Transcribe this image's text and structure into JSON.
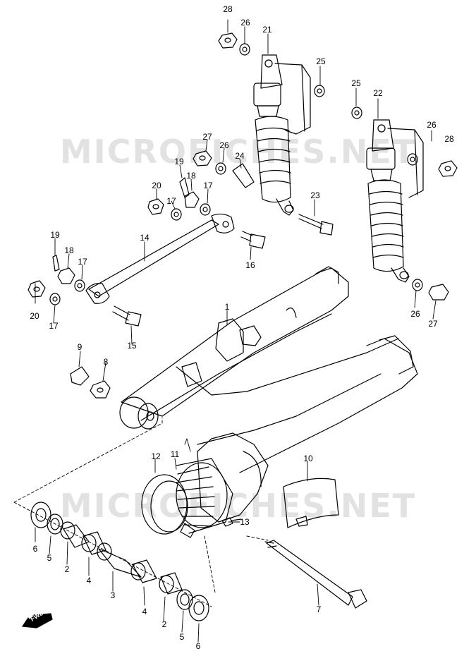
{
  "watermark": "MICROFICHES.NET",
  "fwd_label": "FWD",
  "labels": {
    "l28a": "28",
    "l26a": "26",
    "l21": "21",
    "l25a": "25",
    "l25b": "25",
    "l22": "22",
    "l26b": "26",
    "l28b": "28",
    "l27a": "27",
    "l26c": "26",
    "l24": "24",
    "l19a": "19",
    "l20a": "20",
    "l17a": "17",
    "l18a": "18",
    "l17b": "17",
    "l23": "23",
    "l14": "14",
    "l19b": "19",
    "l18b": "18",
    "l17c": "17",
    "l16": "16",
    "l20b": "20",
    "l17d": "17",
    "l26d": "26",
    "l27b": "27",
    "l1": "1",
    "l15": "15",
    "l9": "9",
    "l8": "8",
    "l12": "12",
    "l11": "11",
    "l10": "10",
    "l13": "13",
    "l6a": "6",
    "l5a": "5",
    "l2a": "2",
    "l4a": "4",
    "l3": "3",
    "l4b": "4",
    "l2b": "2",
    "l5b": "5",
    "l6b": "6",
    "l7": "7"
  }
}
